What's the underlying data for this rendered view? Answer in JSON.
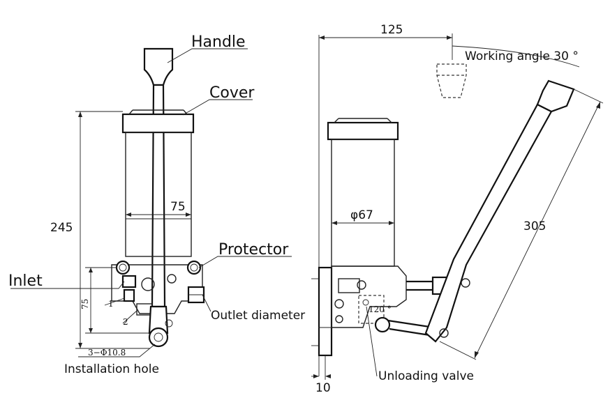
{
  "labels": {
    "handle": "Handle",
    "cover": "Cover",
    "protector": "Protector",
    "inlet": "Inlet",
    "outlet_diameter": "Outlet diameter",
    "installation_hole": "Installation hole",
    "working_angle": "Working angle 30 °",
    "unloading_valve": "Unloading valve"
  },
  "dimensions": {
    "height_245": "245",
    "width_75": "75",
    "width_125": "125",
    "diameter_67": "φ67",
    "length_305": "305",
    "base_10": "10",
    "angle_120": "120 °",
    "hole_spec": "3−Φ10.8",
    "callout_1": "1",
    "callout_2": "2"
  }
}
